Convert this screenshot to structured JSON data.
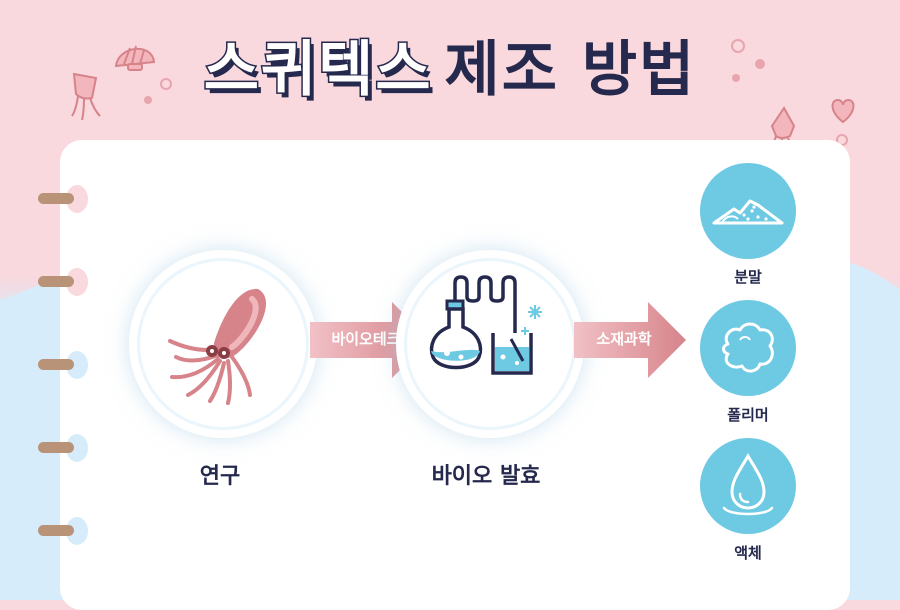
{
  "title": {
    "highlight": "스퀴텍스",
    "rest": "제조 방법"
  },
  "steps": [
    {
      "label": "연구",
      "icon": "squid-icon"
    },
    {
      "label": "바이오 발효",
      "icon": "lab-flask-icon"
    }
  ],
  "arrows": [
    {
      "label": "바이오테크"
    },
    {
      "label": "소재과학"
    }
  ],
  "outputs": [
    {
      "label": "분말",
      "icon": "powder-icon"
    },
    {
      "label": "폴리머",
      "icon": "polymer-icon"
    },
    {
      "label": "액체",
      "icon": "liquid-drop-icon"
    }
  ],
  "colors": {
    "navy": "#25294d",
    "pink_bg": "#f9d8de",
    "blue_bg": "#d7ecfa",
    "accent_blue": "#6ec9e3",
    "squid": "#d6848a",
    "ring": "#b89378"
  }
}
